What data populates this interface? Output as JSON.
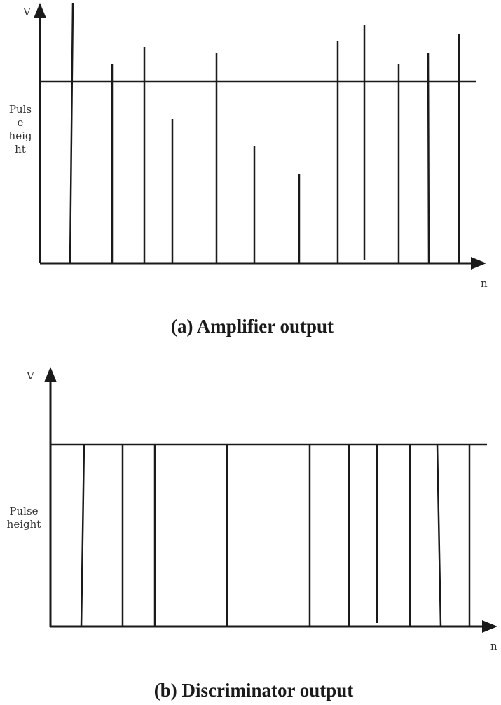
{
  "panel_a": {
    "caption": "(a) Amplifier output",
    "y_axis_label": "V",
    "x_axis_label": "n",
    "ylabel_lines": [
      "Puls",
      "e",
      "heig",
      "ht"
    ]
  },
  "panel_b": {
    "caption": "(b) Discriminator output",
    "y_axis_label": "V",
    "x_axis_label": "n",
    "ylabel_lines": [
      "Pulse",
      "height"
    ]
  }
}
